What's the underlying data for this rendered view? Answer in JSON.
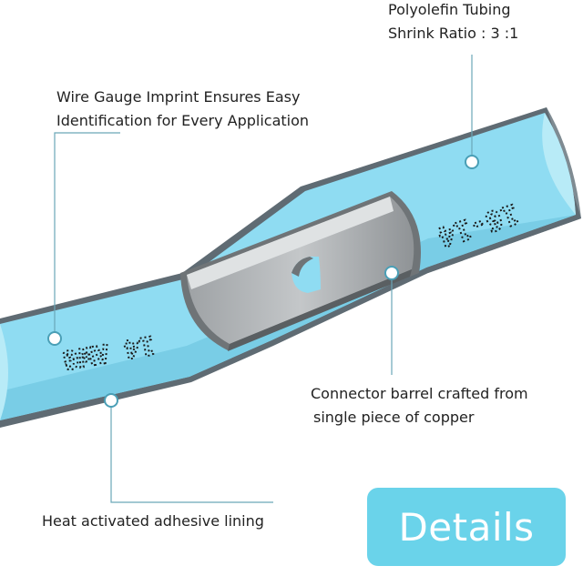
{
  "callouts": {
    "tubing": {
      "line1": "Polyolefin Tubing",
      "line2": "Shrink Ratio : 3 :1"
    },
    "imprint": {
      "line1": "Wire Gauge Imprint Ensures Easy",
      "line2": "Identification for Every Application"
    },
    "barrel": {
      "line1": "Connector barrel crafted from",
      "line2": "single piece of copper"
    },
    "adhesive": {
      "line1": "Heat activated adhesive lining"
    }
  },
  "imprints": {
    "left": "14 AWG",
    "right": "16-14"
  },
  "button": {
    "label": "Details"
  },
  "colors": {
    "tube": "#8fdcf2",
    "tube_edge": "#5f6b73",
    "accent": "#6ad3ea",
    "leader": "#6aa7b8"
  }
}
